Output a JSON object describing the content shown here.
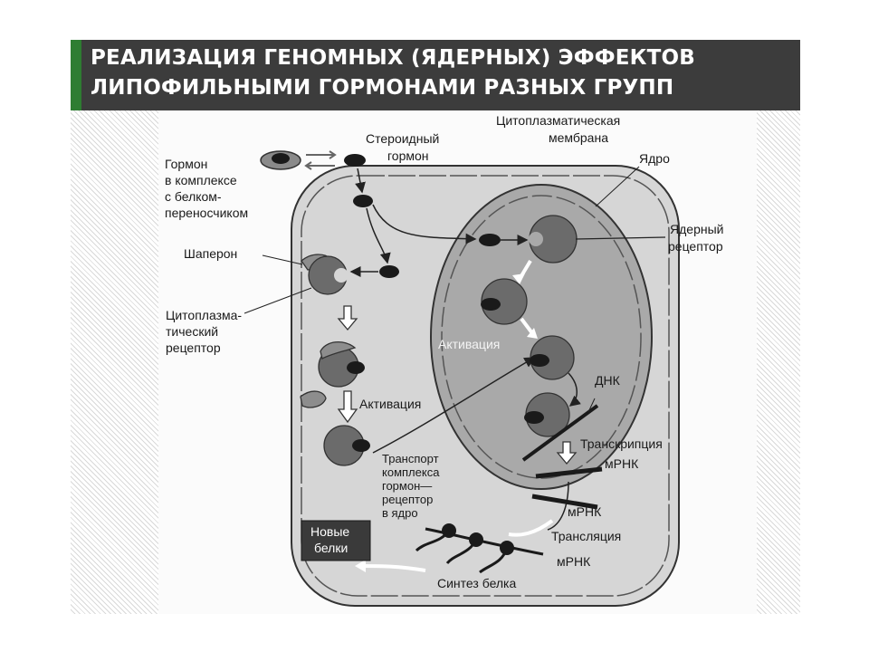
{
  "title": {
    "line1": "РЕАЛИЗАЦИЯ ГЕНОМНЫХ (ЯДЕРНЫХ) ЭФФЕКТОВ",
    "line2": "ЛИПОФИЛЬНЫМИ ГОРМОНАМИ РАЗНЫХ ГРУПП"
  },
  "labels": {
    "steroid_hormone": [
      "Стероидный",
      "гормон"
    ],
    "hormone_complex": [
      "Гормон",
      "в комплексе",
      "с белком-",
      "переносчиком"
    ],
    "cyto_membrane": [
      "Цитоплазматическая",
      "мембрана"
    ],
    "nucleus": "Ядро",
    "nuclear_receptor": [
      "Ядерный",
      "рецептор"
    ],
    "chaperone": "Шаперон",
    "cyto_receptor": [
      "Цитоплазма-",
      "тический",
      "рецептор"
    ],
    "activation_nucleus": "Активация",
    "activation_cyto": "Активация",
    "dna": "ДНК",
    "transcription": "Транскрипция",
    "mrna_1": "мРНК",
    "mrna_2": "мРНК",
    "mrna_3": "мРНК",
    "transport": [
      "Транспорт",
      "комплекса",
      "гормон—",
      "рецептор",
      "в ядро"
    ],
    "new_proteins": [
      "Новые",
      "белки"
    ],
    "translation": "Трансляция",
    "protein_synthesis": "Синтез белка"
  },
  "colors": {
    "title_bg": "#3c3c3c",
    "accent": "#2e7d32",
    "cell_fill": "#d6d6d6",
    "nucleus_fill": "#a9a9a9",
    "receptor_fill": "#6b6b6b",
    "hormone_fill": "#1a1a1a"
  }
}
